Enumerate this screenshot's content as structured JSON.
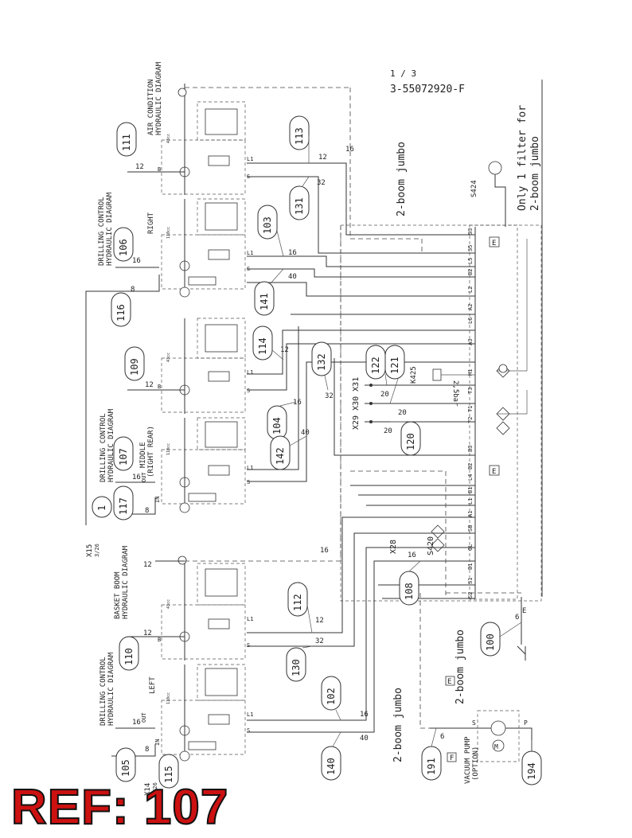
{
  "header": {
    "sheet": "1 / 3",
    "drawing_number": "3-55072920-F",
    "note": [
      "Only 1 filter for",
      "2-boom jumbo"
    ]
  },
  "stamp": {
    "text": "REF: 107",
    "color": "#cc1111"
  },
  "circuits": {
    "air_condition": [
      "AIR CONDITION",
      "HYDRAULIC DIAGRAM"
    ],
    "drilling_right": [
      "DRILLING CONTROL",
      "HYDRAULIC DIAGRAM",
      "RIGHT"
    ],
    "drilling_middle": [
      "DRILLING CONTROL",
      "HYDRAULIC DIAGRAM",
      "MIDDLE",
      "(RIGHT REAR)"
    ],
    "basket_boom": [
      "BASKET BOOM",
      "HYDRAULIC DIAGRAM"
    ],
    "drilling_left": [
      "DRILLING CONTROL",
      "HYDRAULIC DIAGRAM",
      "LEFT"
    ],
    "vacuum_pump": [
      "VACUUM PUMP",
      "(OPTION)"
    ]
  },
  "bubbles": [
    "111",
    "106",
    "116",
    "109",
    "107",
    "117",
    "1",
    "110",
    "105",
    "115",
    "113",
    "131",
    "103",
    "141",
    "114",
    "132",
    "104",
    "142",
    "112",
    "130",
    "102",
    "140",
    "122",
    "121",
    "120",
    "108",
    "100",
    "191",
    "194"
  ],
  "line_sizes": {
    "r111": "12",
    "r106": "16",
    "r116": "8",
    "r113": "12",
    "r131": "32",
    "r103": "16",
    "r141": "40",
    "r_top": "16",
    "r109": "12",
    "r114": "12",
    "r132": "32",
    "r104": "16",
    "r142": "40",
    "r107": "16",
    "r117": "8",
    "r110": "12",
    "r112": "12",
    "r130": "32",
    "r_basket": "12",
    "r_mid": "16",
    "r105": "16",
    "r115": "8",
    "r102": "16",
    "r140": "40",
    "r122": "20",
    "r121": "20",
    "r120": "20",
    "r108": "16",
    "r100": "6",
    "r191": "6"
  },
  "labels": {
    "x15": "X15",
    "x15_ref": "3/26",
    "x14": "X14",
    "x14_ref": "3/26",
    "x28": "X28",
    "x29_31": "X29 X30 X31",
    "k425": "K425",
    "pressure": "2,5bar",
    "s420": "S420",
    "s424": "S424",
    "ports_b": "B",
    "ports_s": "S",
    "ports_l1": "L1",
    "out": "OUT",
    "in": "IN",
    "e": "E",
    "f": "F",
    "jumbo": "2-boom jumbo",
    "disp_43": "43cc",
    "disp_110": "110cc",
    "p_s": "S",
    "p_p": "P"
  },
  "connector_pins": [
    "S3",
    "S5",
    "L5",
    "B2",
    "L2",
    "A2",
    "L6",
    "A3",
    "M1",
    "T3",
    "T1",
    "T2",
    "B3",
    "B2",
    "L4",
    "B1",
    "L1",
    "A1",
    "SB",
    "OL",
    "B1",
    "S1",
    "S2"
  ]
}
